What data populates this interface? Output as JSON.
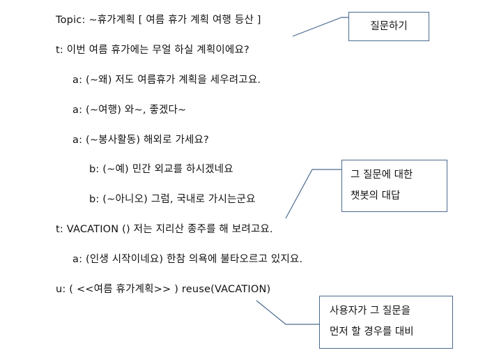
{
  "lines": [
    "Topic: ~휴가계획 [ 여름 휴가 계획 여행 등산 ]",
    "t: 이번 여름 휴가에는 무얼 하실 계획이에요?",
    "a: (~왜) 저도 여름휴가 계획을 세우려고요.",
    "a: (~여행) 와~, 좋겠다~",
    "a: (~봉사활동) 해외로 가세요?",
    "b: (~예) 민간 외교를 하시겠네요",
    "b: (~아니오) 그럼, 국내로 가시는군요",
    "t: VACATION () 저는 지리산 종주를 해 보려고요.",
    "a: (인생 시작이네요) 한참 의욕에 불타오르고 있지요.",
    "u: ( <<여름 휴가계획>> ) reuse(VACATION)"
  ],
  "callouts": {
    "question": "질문하기",
    "chatbot_answer_line1": "그 질문에 대한",
    "chatbot_answer_line2": "챗봇의 대답",
    "user_first_line1": "사용자가 그 질문을",
    "user_first_line2": "먼저 할 경우를 대비"
  },
  "colors": {
    "callout_border": "#4a6a8e",
    "connector": "#4a6a8e"
  }
}
